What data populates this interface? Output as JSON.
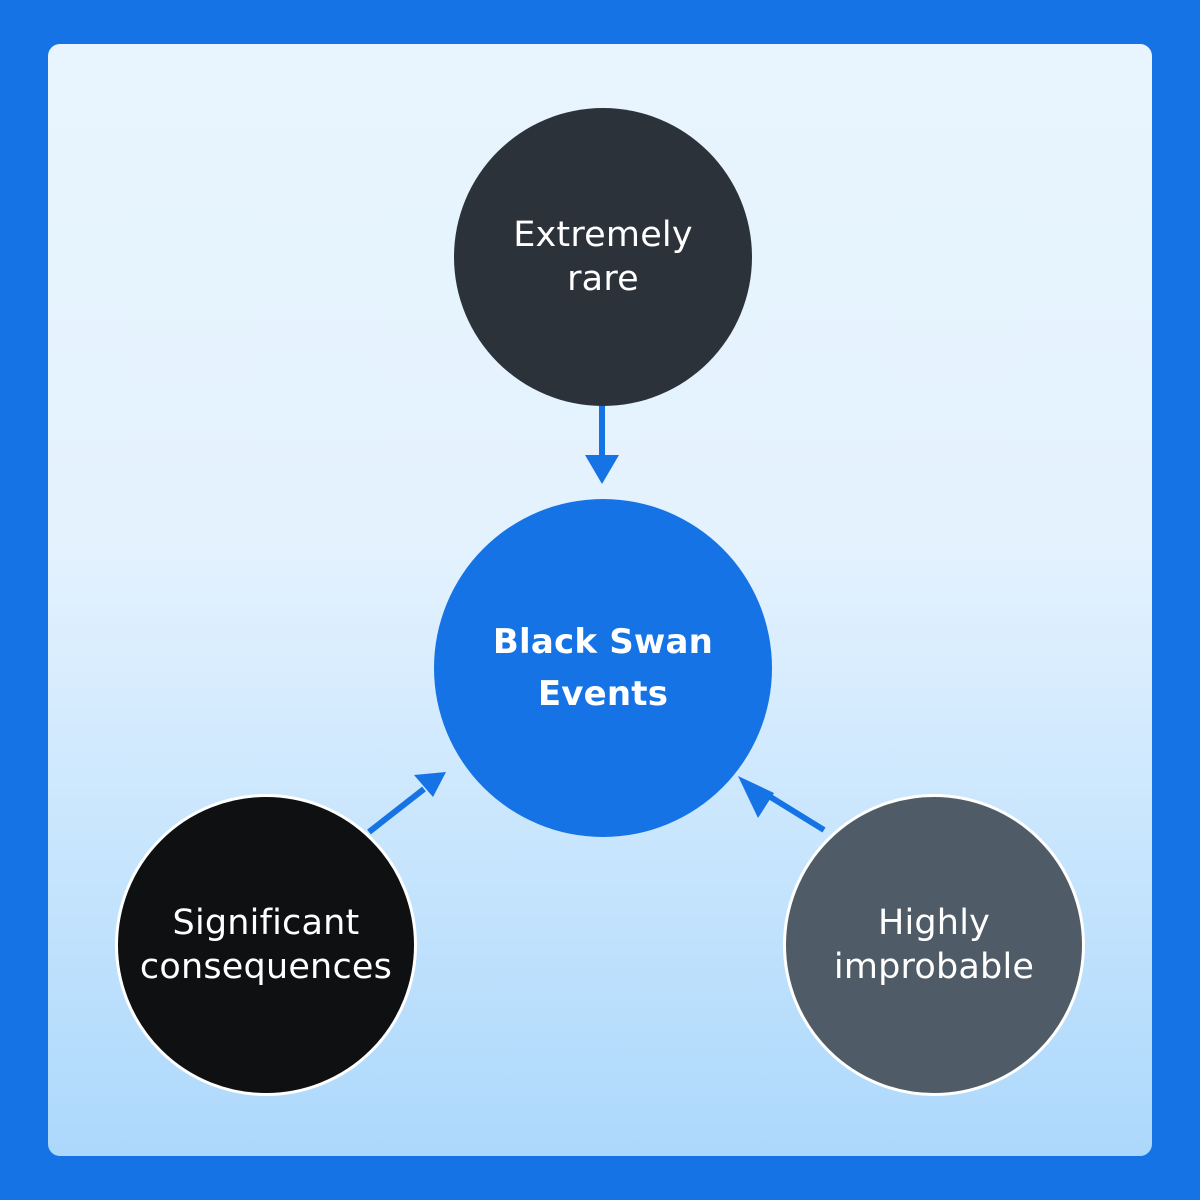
{
  "diagram": {
    "center": {
      "label": "Black Swan\nEvents"
    },
    "nodes": {
      "top": {
        "label": "Extremely\nrare"
      },
      "left": {
        "label": "Significant\nconsequences"
      },
      "right": {
        "label": "Highly\nimprobable"
      }
    }
  },
  "colors": {
    "frame": "#1573e6",
    "center_node": "#1573e6",
    "top_node": "#2c323a",
    "left_node": "#0e1012",
    "right_node": "#4f5b66",
    "arrow": "#1573e6",
    "text": "#ffffff"
  }
}
